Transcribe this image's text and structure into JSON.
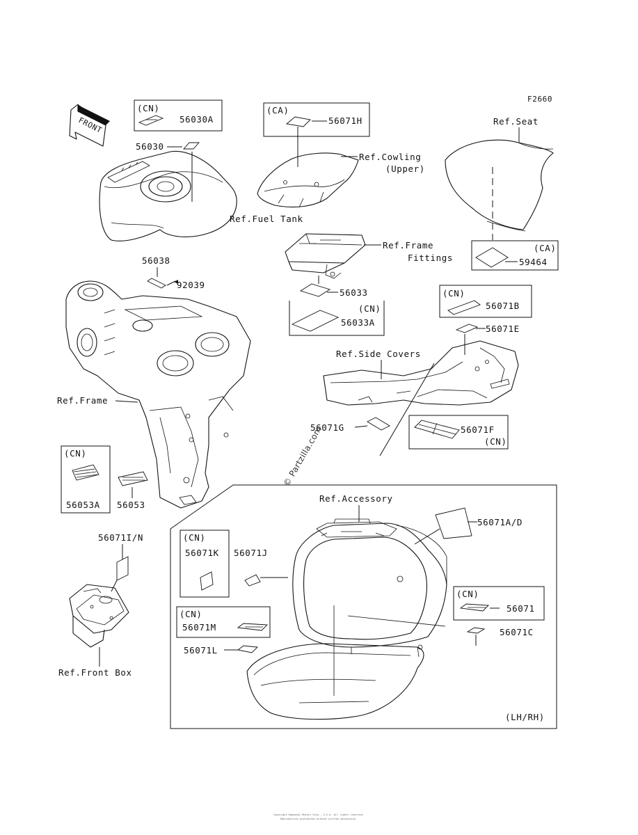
{
  "figure_code": "F2660",
  "front_arrow": "FRONT",
  "watermark": "© Partzilla.com",
  "footer": [
    "Copyright Kawasaki Motors Corp., U.S.A. All rights reserved.",
    "Reproduction prohibited without written permission."
  ],
  "boxes": {
    "b56030A": {
      "region": "(CN)",
      "part": "56030A"
    },
    "b56071H": {
      "region": "(CA)",
      "part": "56071H"
    },
    "b59464": {
      "region": "(CA)",
      "part": "59464"
    },
    "b56033A": {
      "region": "(CN)",
      "part": "56033A"
    },
    "b56071B": {
      "region": "(CN)",
      "part": "56071B"
    },
    "b56071F": {
      "region": "(CN)",
      "part": "56071F"
    },
    "b56053A": {
      "region": "(CN)",
      "part": "56053A"
    },
    "b56071K": {
      "region": "(CN)",
      "part": "56071K"
    },
    "b56071M": {
      "region": "(CN)",
      "part": "56071M"
    },
    "b56071": {
      "region": "(CN)",
      "part": "56071"
    }
  },
  "parts": {
    "p56030": "56030",
    "p56038": "56038",
    "p92039": "92039",
    "p56033": "56033",
    "p56071E": "56071E",
    "p56071G": "56071G",
    "p56053": "56053",
    "p56071IN": "56071I/N",
    "p56071J": "56071J",
    "p56071AD": "56071A/D",
    "p56071C": "56071C",
    "p56071L": "56071L"
  },
  "refs": {
    "seat": "Ref.Seat",
    "cowling_1": "Ref.Cowling",
    "cowling_2": "(Upper)",
    "fuel_tank": "Ref.Fuel Tank",
    "frame_fittings_1": "Ref.Frame",
    "frame_fittings_2": "Fittings",
    "side_covers": "Ref.Side Covers",
    "frame": "Ref.Frame",
    "accessory": "Ref.Accessory",
    "front_box": "Ref.Front Box",
    "lh_rh": "(LH/RH)"
  }
}
